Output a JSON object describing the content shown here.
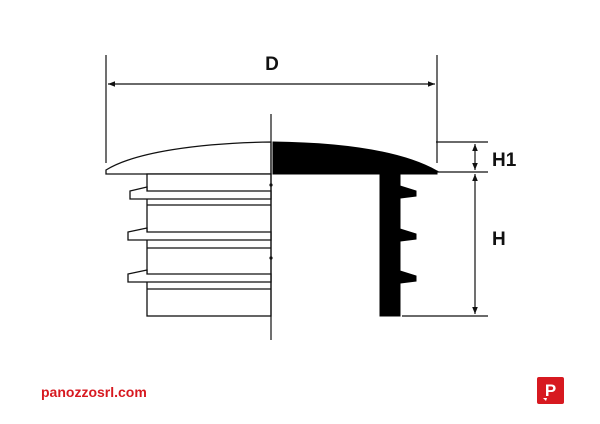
{
  "labels": {
    "diameter": "D",
    "head_height": "H1",
    "shank_height": "H"
  },
  "footer": {
    "website": "panozzosrl.com",
    "logo_letter": "P"
  },
  "colors": {
    "line": "#111111",
    "fill": "#000000",
    "brand": "#d71920"
  }
}
